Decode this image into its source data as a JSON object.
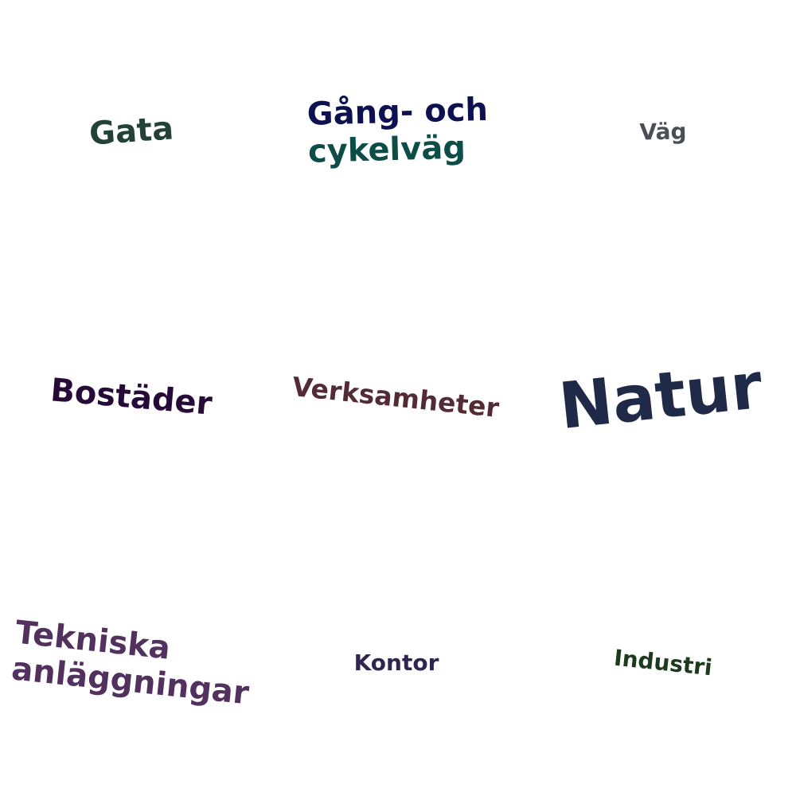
{
  "words": {
    "gata": {
      "text": "Gata",
      "color": "#234236"
    },
    "gang_och_cykelvag": {
      "line1": "Gång- och",
      "line2": "cykelväg",
      "colors": [
        "#0d1150",
        "#0c4d48"
      ]
    },
    "vag": {
      "text": "Väg",
      "color": "#4a4f55"
    },
    "bostader": {
      "text": "Bostäder",
      "color": "#280a38"
    },
    "verksamheter": {
      "text": "Verksamheter",
      "color": "#532b34"
    },
    "natur": {
      "text": "Natur",
      "color": "#1f2948"
    },
    "tekniska_anlaggningar": {
      "line1": "Tekniska",
      "line2": "anläggningar",
      "color": "#52315f"
    },
    "kontor": {
      "text": "Kontor",
      "color": "#302551"
    },
    "industri": {
      "text": "Industri",
      "color": "#1d3a1c"
    }
  }
}
